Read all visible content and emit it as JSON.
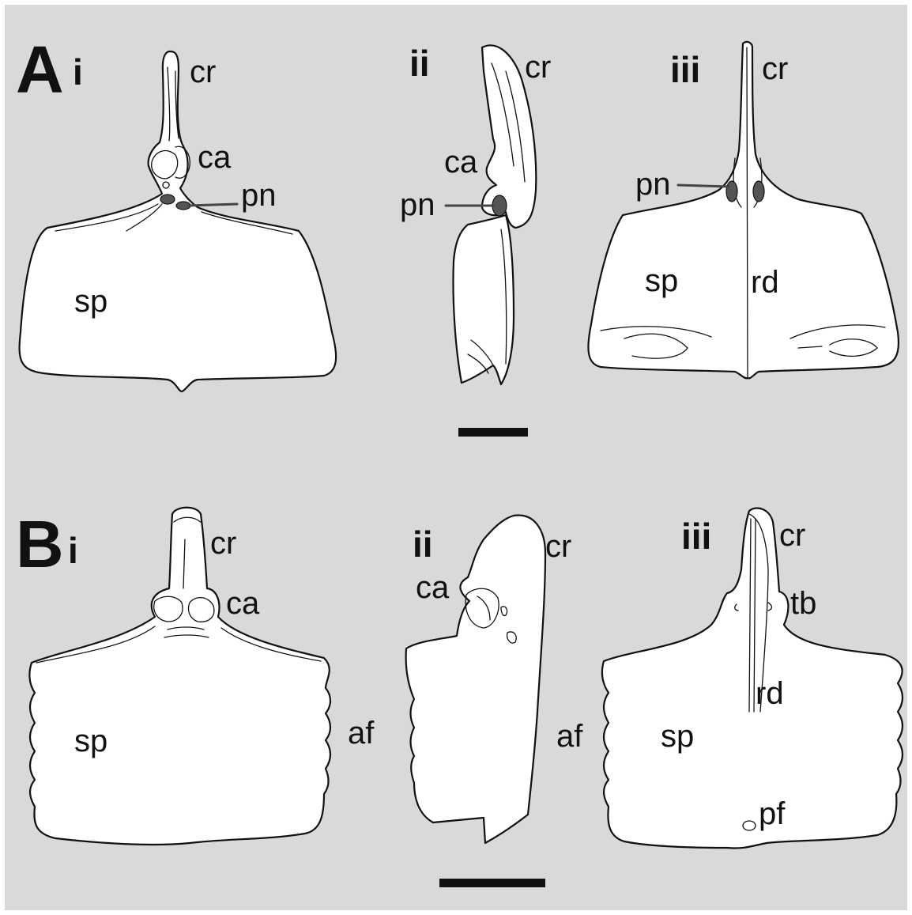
{
  "colors": {
    "background": "#d9d9d9",
    "bone_fill": "#ffffff",
    "outline": "#111111",
    "foramen_fill": "#555555",
    "scale_bar": "#111111"
  },
  "panel_a": {
    "letter": "A",
    "views": [
      {
        "numeral": "i",
        "labels": {
          "cr": "cr",
          "ca": "ca",
          "pn": "pn",
          "sp": "sp"
        }
      },
      {
        "numeral": "ii",
        "labels": {
          "cr": "cr",
          "ca": "ca",
          "pn": "pn"
        }
      },
      {
        "numeral": "iii",
        "labels": {
          "cr": "cr",
          "pn": "pn",
          "sp": "sp",
          "rd": "rd"
        }
      }
    ]
  },
  "panel_b": {
    "letter": "B",
    "views": [
      {
        "numeral": "i",
        "labels": {
          "cr": "cr",
          "ca": "ca",
          "sp": "sp",
          "af": "af"
        }
      },
      {
        "numeral": "ii",
        "labels": {
          "cr": "cr",
          "ca": "ca",
          "af": "af"
        }
      },
      {
        "numeral": "iii",
        "labels": {
          "cr": "cr",
          "tb": "tb",
          "rd": "rd",
          "sp": "sp",
          "pf": "pf"
        }
      }
    ]
  }
}
